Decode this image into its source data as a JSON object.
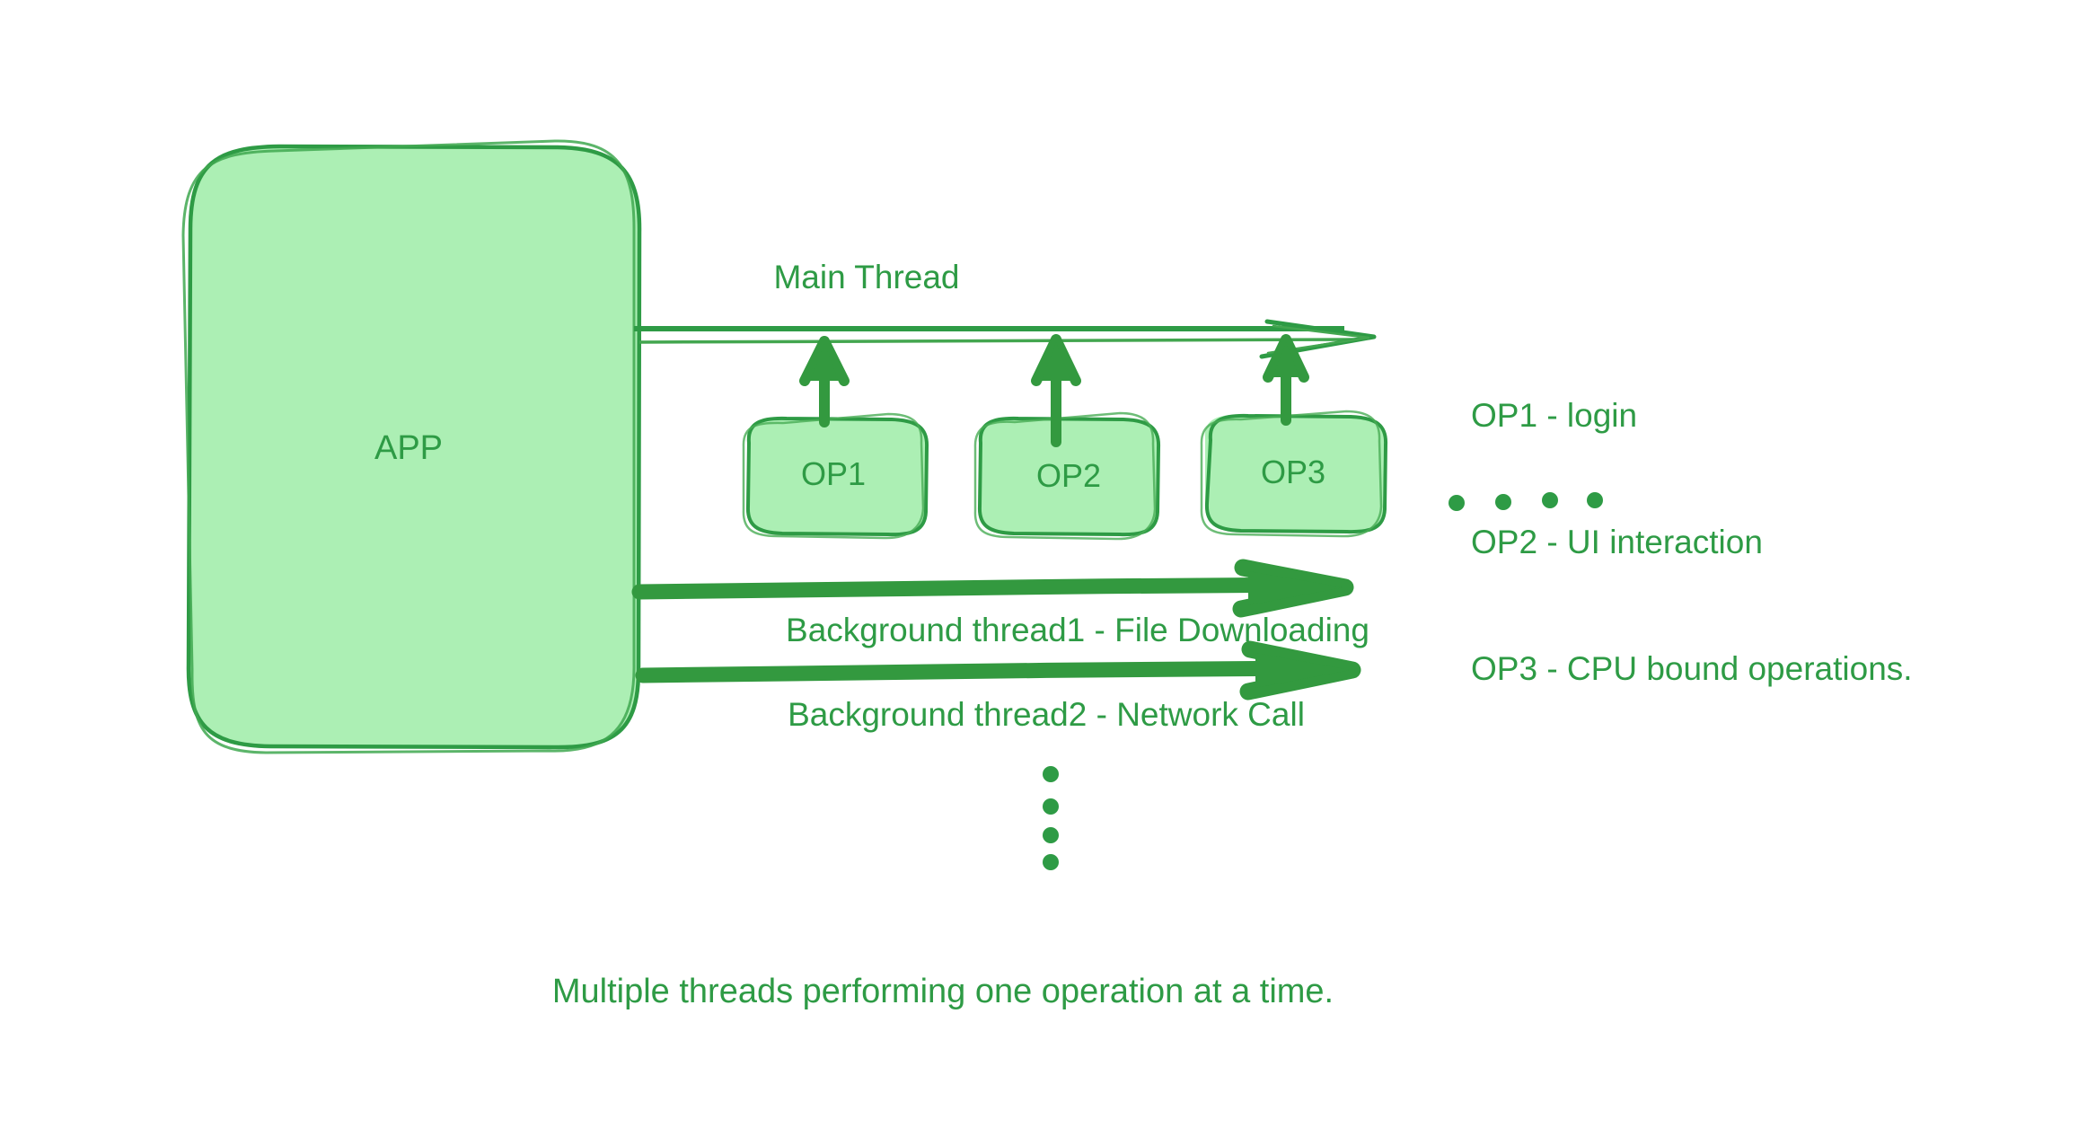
{
  "diagram": {
    "title_caption": "Multiple threads performing one operation at a time.",
    "app_box": {
      "label": "APP",
      "fill_color": "#ACEFB4",
      "stroke_color": "#3CA04A"
    },
    "main_thread": {
      "label": "Main Thread",
      "line_color": "#2E9B45",
      "arrow_style": "open-arrowhead"
    },
    "operations": [
      {
        "label": "OP1",
        "fill_color": "#ACEFB4",
        "stroke_color": "#3CA04A"
      },
      {
        "label": "OP2",
        "fill_color": "#ACEFB4",
        "stroke_color": "#3CA04A"
      },
      {
        "label": "OP3",
        "fill_color": "#ACEFB4",
        "stroke_color": "#3CA04A"
      }
    ],
    "legend": {
      "lines": [
        "OP1 - login",
        "OP2 - UI interaction",
        "OP3 - CPU bound operations."
      ],
      "ellipsis_dot_count": 4
    },
    "background_threads": [
      {
        "label": "Background thread1 - File Downloading",
        "arrow_color": "#33993F"
      },
      {
        "label": "Background thread2 - Network Call",
        "arrow_color": "#33993F"
      }
    ],
    "vertical_ellipsis_dot_count": 4,
    "accent_color": "#2E9B45"
  }
}
